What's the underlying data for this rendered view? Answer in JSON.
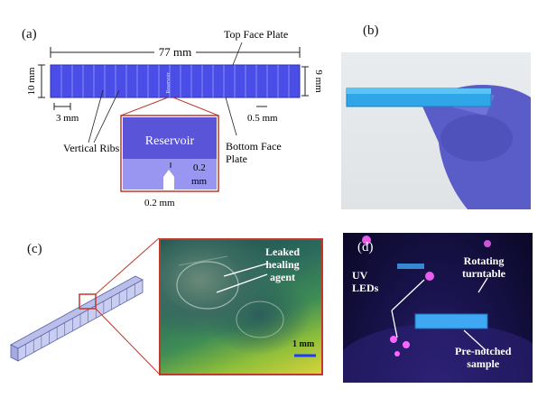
{
  "panel_a": {
    "label": "(a)",
    "length_label": "77 mm",
    "height_left_label": "10 mm",
    "height_right_label": "9 mm",
    "top_face_plate_label": "Top Face Plate",
    "vertical_ribs_label": "Vertical Ribs",
    "rib_spacing_label": "3 mm",
    "rib_thickness_label": "0.5 mm",
    "bottom_face_plate_label": [
      "Bottom Face",
      "Plate"
    ],
    "reservoir_vertical_label": "Reservoir",
    "inset_reservoir_label": "Reservoir",
    "notch_height_label": [
      "0.2",
      "mm"
    ],
    "notch_width_label": "0.2 mm",
    "colors": {
      "specimen": "#4a4de6",
      "rib": "#8a8cf5",
      "reservoir": "#5a55d8",
      "inset_border": "#c0392b"
    }
  },
  "panel_b": {
    "label": "(b)"
  },
  "panel_c": {
    "label": "(c)",
    "annotation": [
      "Leaked",
      "healing",
      "agent"
    ],
    "scale_bar_label": "1 mm",
    "colors": {
      "zoom_border": "#c0392b"
    }
  },
  "panel_d": {
    "label": "(d)",
    "uv_leds_label": [
      "UV",
      "LEDs"
    ],
    "turntable_label": [
      "Rotating",
      "turntable"
    ],
    "sample_label": [
      "Pre-notched",
      "sample"
    ]
  }
}
